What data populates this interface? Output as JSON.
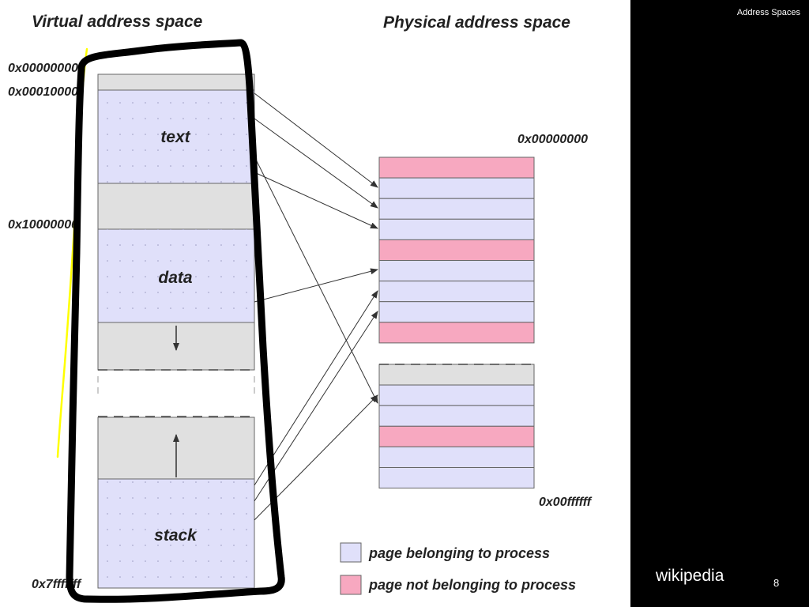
{
  "slide": {
    "corner_title": "Address Spaces",
    "source": "wikipedia",
    "page_number": "8"
  },
  "diagram": {
    "virtual_title": "Virtual address space",
    "physical_title": "Physical address space",
    "virtual_addresses": {
      "start": "0x00000000",
      "text_start": "0x00010000",
      "data_start": "0x10000000",
      "end": "0x7fffffff"
    },
    "segments": {
      "text": "text",
      "data": "data",
      "stack": "stack"
    },
    "physical_addresses": {
      "start": "0x00000000",
      "end": "0x00ffffff"
    },
    "upper_frames": [
      "not-process",
      "process",
      "process",
      "process",
      "not-process",
      "process",
      "process",
      "process",
      "not-process"
    ],
    "lower_frames": [
      "unused",
      "process",
      "process",
      "not-process",
      "process",
      "process"
    ],
    "legend": {
      "process": "page belonging to process",
      "not_process": "page not belonging to process"
    },
    "colors": {
      "process_page": "#e0e0fa",
      "not_process_page": "#f7a8c0",
      "unused": "#e0e0e0",
      "highlight_stroke": "#000000",
      "annotation": "#ffff00"
    }
  }
}
